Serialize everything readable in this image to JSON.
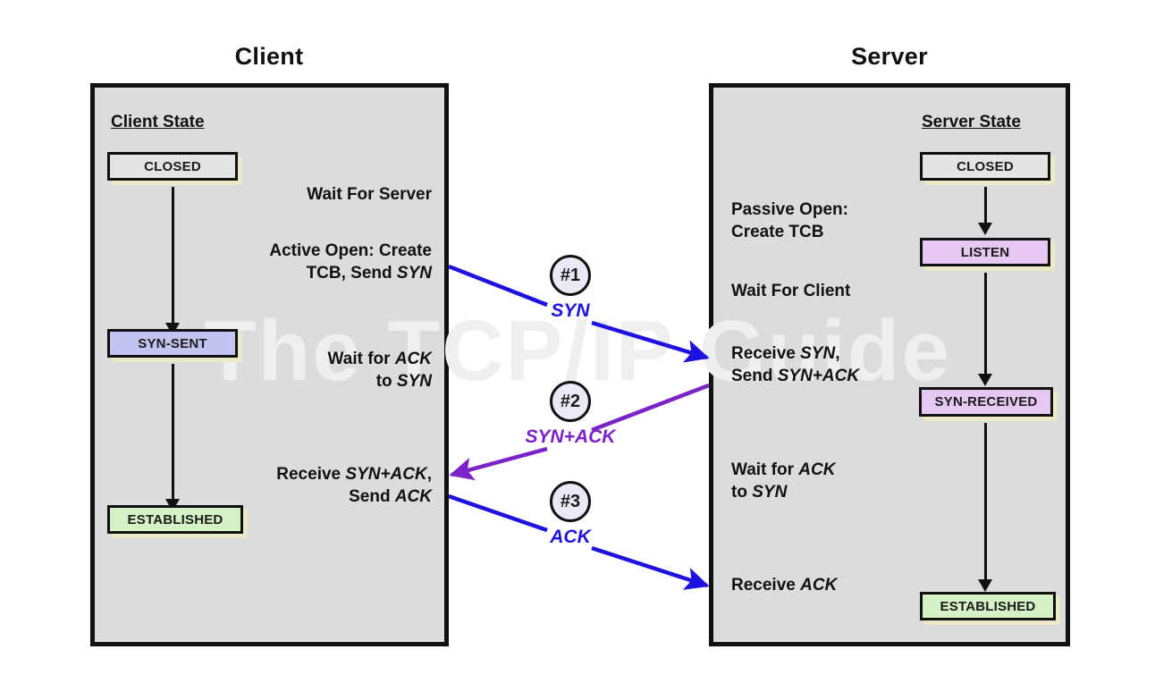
{
  "diagram": {
    "watermark": "The TCP/IP Guide",
    "client_title": "Client",
    "server_title": "Server"
  },
  "colors": {
    "panel_fill": "#dcdcdc",
    "box_shadow": "#ece9c6",
    "state_plain": "#e4e4e4",
    "state_blue": "#c3c3f2",
    "state_purple": "#e6c8f2",
    "state_green": "#d4f2c6",
    "syn_blue": "#1e12e0",
    "synack_purple": "#7b22c9",
    "badge_fill": "#ece9f7",
    "outline": "#111111",
    "watermark": "#efefef"
  },
  "client": {
    "state_heading": "Client State",
    "states": [
      {
        "label": "CLOSED",
        "fill": "plain"
      },
      {
        "label": "SYN-SENT",
        "fill": "blue"
      },
      {
        "label": "ESTABLISHED",
        "fill": "green"
      }
    ],
    "events": [
      {
        "lines": [
          "Wait For Server"
        ]
      },
      {
        "lines": [
          "Active Open: Create",
          "TCB, Send SYN"
        ],
        "italic": [
          "SYN"
        ]
      },
      {
        "lines": [
          "Wait for ACK",
          "to SYN"
        ],
        "italic": [
          "ACK",
          "SYN"
        ]
      },
      {
        "lines": [
          "Receive SYN+ACK,",
          "Send ACK"
        ],
        "italic": [
          "SYN+ACK",
          "ACK"
        ]
      }
    ]
  },
  "server": {
    "state_heading": "Server State",
    "states": [
      {
        "label": "CLOSED",
        "fill": "plain"
      },
      {
        "label": "LISTEN",
        "fill": "purple"
      },
      {
        "label": "SYN-RECEIVED",
        "fill": "purple"
      },
      {
        "label": "ESTABLISHED",
        "fill": "green"
      }
    ],
    "events": [
      {
        "lines": [
          "Passive Open:",
          "Create TCB"
        ]
      },
      {
        "lines": [
          "Wait For Client"
        ]
      },
      {
        "lines": [
          "Receive SYN,",
          "Send SYN+ACK"
        ],
        "italic": [
          "SYN",
          "SYN+ACK"
        ]
      },
      {
        "lines": [
          "Wait for ACK",
          "to SYN"
        ],
        "italic": [
          "ACK",
          "SYN"
        ]
      },
      {
        "lines": [
          "Receive ACK"
        ],
        "italic": [
          "ACK"
        ]
      }
    ]
  },
  "messages": [
    {
      "badge": "#1",
      "label": "SYN",
      "direction": "client-to-server",
      "color": "#1e12e0"
    },
    {
      "badge": "#2",
      "label": "SYN+ACK",
      "direction": "server-to-client",
      "color": "#7b22c9"
    },
    {
      "badge": "#3",
      "label": "ACK",
      "direction": "client-to-server",
      "color": "#1e12e0"
    }
  ]
}
